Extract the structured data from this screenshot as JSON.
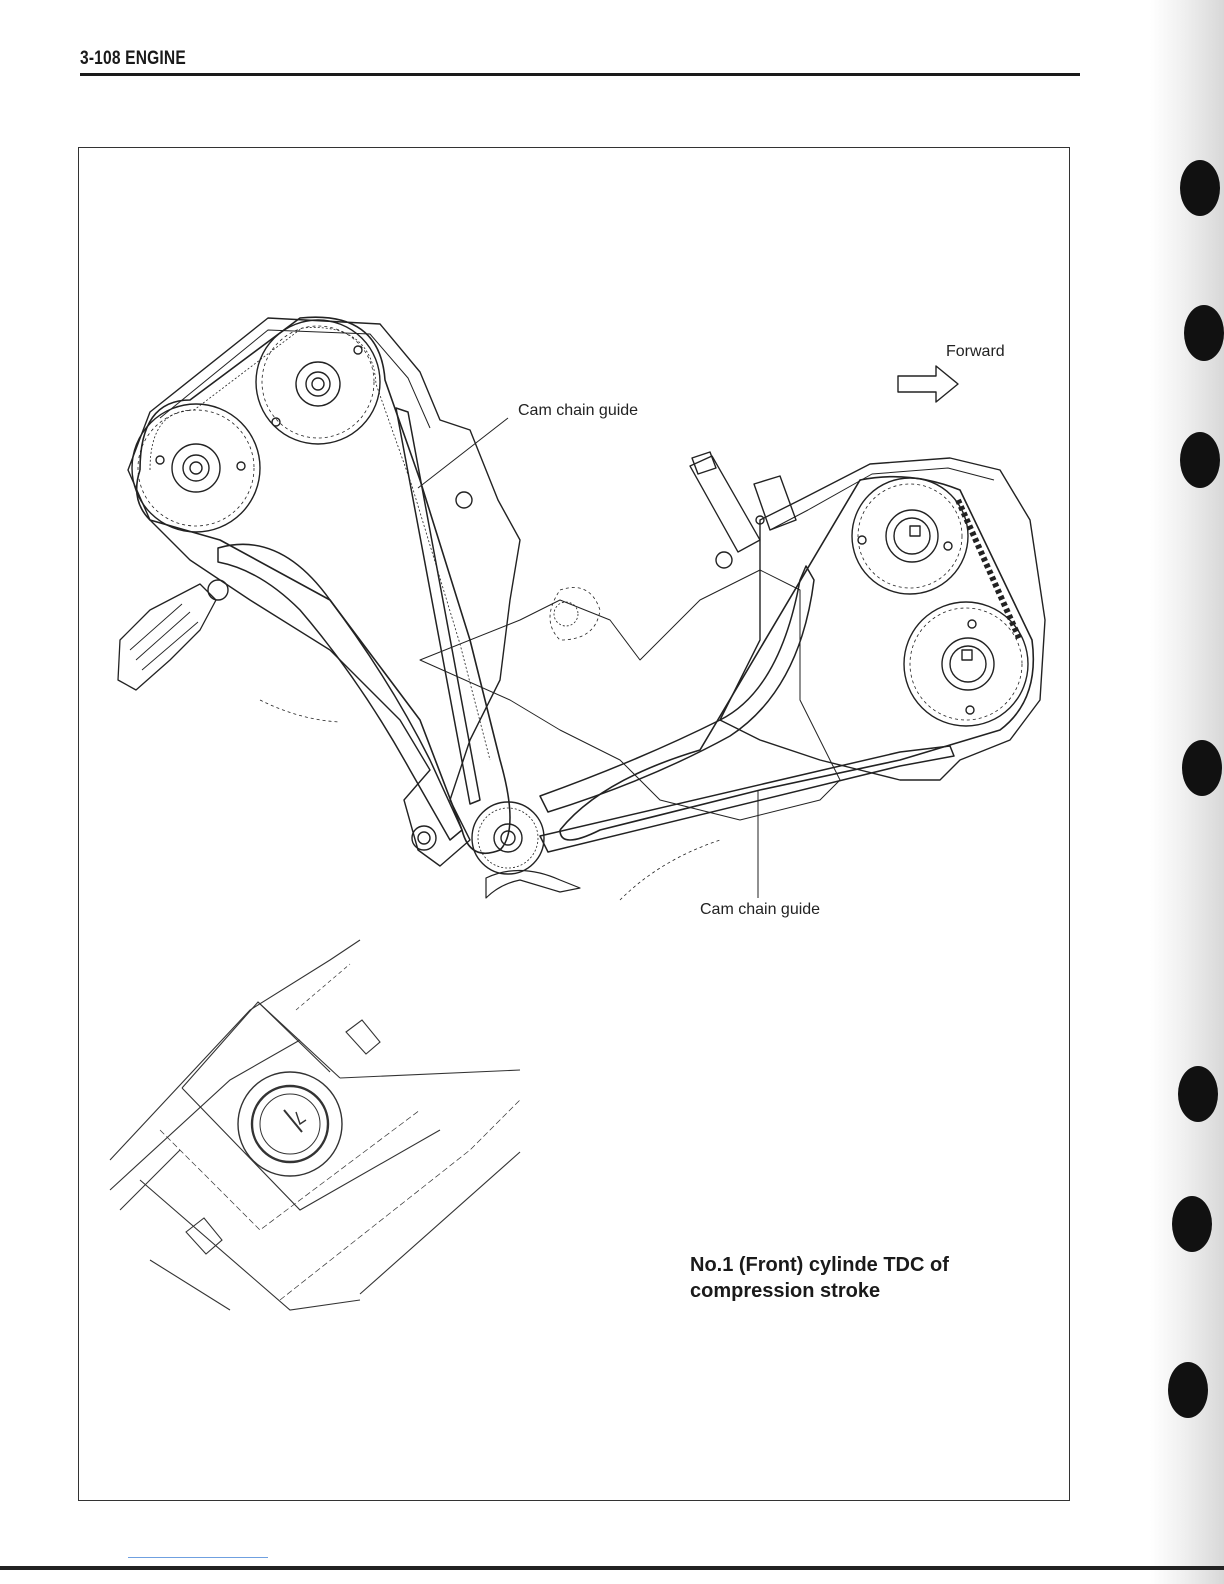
{
  "header": {
    "page_label": "3-108  ENGINE"
  },
  "figure": {
    "labels": {
      "forward": "Forward",
      "cam_chain_guide_upper": "Cam chain guide",
      "cam_chain_guide_lower": "Cam chain guide"
    },
    "caption_line1": "No.1 (Front) cylinde TDC of",
    "caption_line2": "compression stroke"
  },
  "colors": {
    "ink": "#1a1a1a",
    "paper": "#ffffff"
  }
}
